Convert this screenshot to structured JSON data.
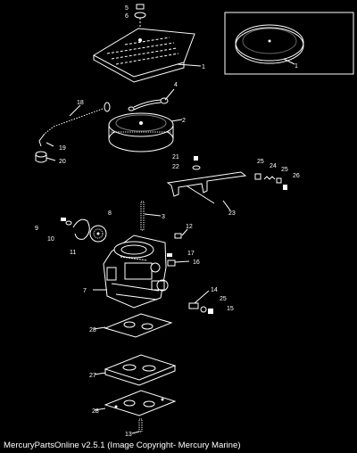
{
  "callouts": [
    "5",
    "6",
    "1",
    "1",
    "4",
    "18",
    "2",
    "19",
    "20",
    "21",
    "22",
    "25",
    "24",
    "25",
    "26",
    "23",
    "3",
    "8",
    "9",
    "10",
    "11",
    "12",
    "17",
    "16",
    "7",
    "14",
    "25",
    "15",
    "28",
    "27",
    "28",
    "13"
  ],
  "footer": {
    "text": "MercuryPartsOnline v2.5.1 (Image Copyright- Mercury Marine)"
  },
  "colors": {
    "background": "#000000",
    "line": "#ffffff"
  }
}
